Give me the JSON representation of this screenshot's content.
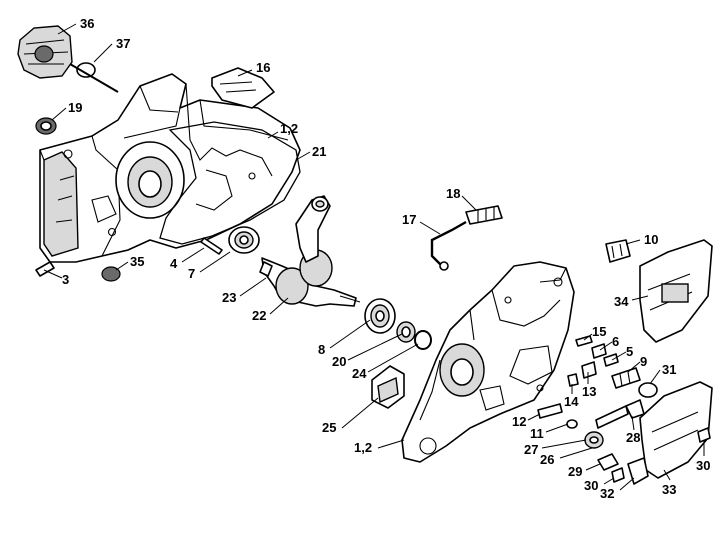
{
  "callouts": [
    {
      "id": "c36",
      "label": "36"
    },
    {
      "id": "c37",
      "label": "37"
    },
    {
      "id": "c16",
      "label": "16"
    },
    {
      "id": "c19",
      "label": "19"
    },
    {
      "id": "c12a",
      "label": "1,2"
    },
    {
      "id": "c21",
      "label": "21"
    },
    {
      "id": "c18",
      "label": "18"
    },
    {
      "id": "c17",
      "label": "17"
    },
    {
      "id": "c10",
      "label": "10"
    },
    {
      "id": "c4",
      "label": "4"
    },
    {
      "id": "c7",
      "label": "7"
    },
    {
      "id": "c35",
      "label": "35"
    },
    {
      "id": "c3",
      "label": "3"
    },
    {
      "id": "c23",
      "label": "23"
    },
    {
      "id": "c22",
      "label": "22"
    },
    {
      "id": "c34",
      "label": "34"
    },
    {
      "id": "c15",
      "label": "15"
    },
    {
      "id": "c6",
      "label": "6"
    },
    {
      "id": "c5",
      "label": "5"
    },
    {
      "id": "c9",
      "label": "9"
    },
    {
      "id": "c8",
      "label": "8"
    },
    {
      "id": "c20",
      "label": "20"
    },
    {
      "id": "c24",
      "label": "24"
    },
    {
      "id": "c13",
      "label": "13"
    },
    {
      "id": "c31",
      "label": "31"
    },
    {
      "id": "c14",
      "label": "14"
    },
    {
      "id": "c25",
      "label": "25"
    },
    {
      "id": "c12",
      "label": "12"
    },
    {
      "id": "c11",
      "label": "11"
    },
    {
      "id": "c28",
      "label": "28"
    },
    {
      "id": "c12b",
      "label": "1,2"
    },
    {
      "id": "c27",
      "label": "27"
    },
    {
      "id": "c26",
      "label": "26"
    },
    {
      "id": "c29",
      "label": "29"
    },
    {
      "id": "c30a",
      "label": "30"
    },
    {
      "id": "c30b",
      "label": "30"
    },
    {
      "id": "c32",
      "label": "32"
    },
    {
      "id": "c33",
      "label": "33"
    }
  ]
}
